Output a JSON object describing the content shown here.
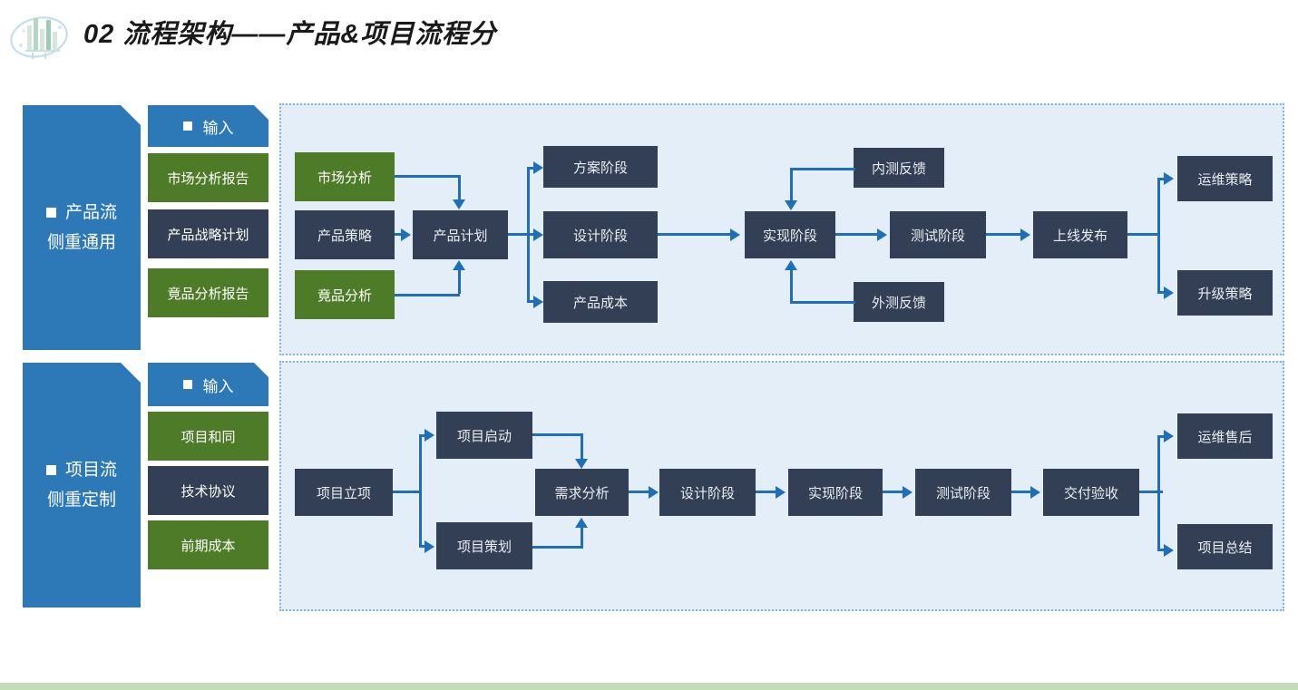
{
  "header": {
    "title": "02 流程架构——产品&项目流程分",
    "logo_icon": "globe-bar-chart-logo"
  },
  "theme": {
    "blue": "#2d78b6",
    "green": "#4d7b27",
    "dark": "#333f54",
    "panel_bg": "#e4eef8",
    "panel_border": "#7fb3e0",
    "connector": "#1f6fb8",
    "bottom_bar": "#c3ddb9"
  },
  "rows": [
    {
      "band": {
        "line1": "产品流",
        "line2": "侧重通用"
      },
      "column": {
        "head": "输入",
        "items": [
          {
            "label": "市场分析报告",
            "color": "green"
          },
          {
            "label": "产品战略计划",
            "color": "dark"
          },
          {
            "label": "竟品分析报告",
            "color": "green"
          }
        ]
      },
      "nodes": [
        {
          "id": "r1n1",
          "label": "市场分析",
          "color": "green"
        },
        {
          "id": "r1n2",
          "label": "产品策略",
          "color": "dark"
        },
        {
          "id": "r1n3",
          "label": "竟品分析",
          "color": "green"
        },
        {
          "id": "r1n4",
          "label": "产品计划",
          "color": "dark"
        },
        {
          "id": "r1n5",
          "label": "方案阶段",
          "color": "dark"
        },
        {
          "id": "r1n6",
          "label": "设计阶段",
          "color": "dark"
        },
        {
          "id": "r1n7",
          "label": "产品成本",
          "color": "dark"
        },
        {
          "id": "r1n8",
          "label": "实现阶段",
          "color": "dark"
        },
        {
          "id": "r1n9",
          "label": "内测反馈",
          "color": "dark"
        },
        {
          "id": "r1n10",
          "label": "外测反馈",
          "color": "dark"
        },
        {
          "id": "r1n11",
          "label": "测试阶段",
          "color": "dark"
        },
        {
          "id": "r1n12",
          "label": "上线发布",
          "color": "dark"
        },
        {
          "id": "r1n13",
          "label": "运维策略",
          "color": "dark"
        },
        {
          "id": "r1n14",
          "label": "升级策略",
          "color": "dark"
        }
      ]
    },
    {
      "band": {
        "line1": "项目流",
        "line2": "侧重定制"
      },
      "column": {
        "head": "输入",
        "items": [
          {
            "label": "项目和同",
            "color": "green"
          },
          {
            "label": "技术协议",
            "color": "dark"
          },
          {
            "label": "前期成本",
            "color": "green"
          }
        ]
      },
      "nodes": [
        {
          "id": "r2n1",
          "label": "项目立项",
          "color": "dark"
        },
        {
          "id": "r2n2",
          "label": "项目启动",
          "color": "dark"
        },
        {
          "id": "r2n3",
          "label": "项目策划",
          "color": "dark"
        },
        {
          "id": "r2n4",
          "label": "需求分析",
          "color": "dark"
        },
        {
          "id": "r2n5",
          "label": "设计阶段",
          "color": "dark"
        },
        {
          "id": "r2n6",
          "label": "实现阶段",
          "color": "dark"
        },
        {
          "id": "r2n7",
          "label": "测试阶段",
          "color": "dark"
        },
        {
          "id": "r2n8",
          "label": "交付验收",
          "color": "dark"
        },
        {
          "id": "r2n9",
          "label": "运维售后",
          "color": "dark"
        },
        {
          "id": "r2n10",
          "label": "项目总结",
          "color": "dark"
        }
      ]
    }
  ]
}
